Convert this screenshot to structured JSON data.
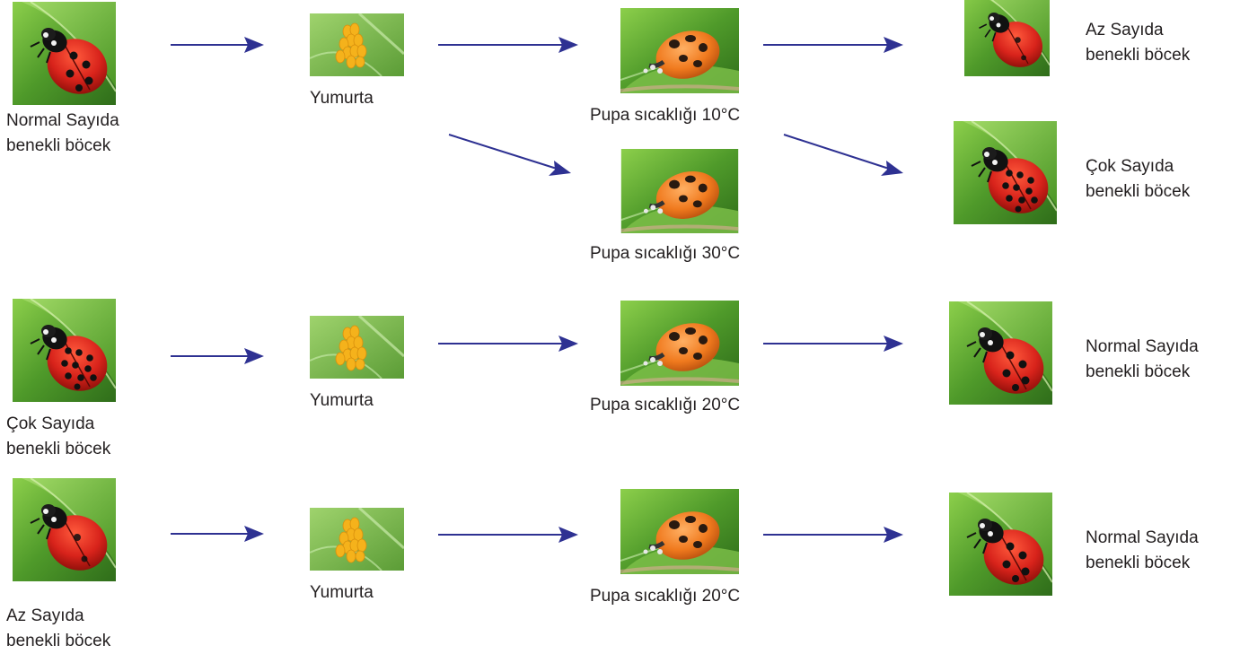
{
  "colors": {
    "arrow": "#2e3192",
    "leaf_light": "#7cc242",
    "leaf_dark": "#3c7a1f",
    "ladybug_red": "#d8231b",
    "egg_yellow": "#f5b21b",
    "pupa_orange": "#f07a1e"
  },
  "rows": [
    {
      "parent": {
        "icon": "ladybug-normal-spots",
        "label": [
          "Normal Sayıda",
          "benekli böcek"
        ]
      },
      "egg": {
        "icon": "egg-cluster",
        "label": "Yumurta"
      },
      "branches": [
        {
          "pupa": {
            "icon": "pupa",
            "label": "Pupa sıcaklığı 10°C"
          },
          "offspring": {
            "icon": "ladybug-few-spots",
            "label": [
              "Az Sayıda",
              "benekli böcek"
            ]
          }
        },
        {
          "pupa": {
            "icon": "pupa",
            "label": "Pupa sıcaklığı 30°C"
          },
          "offspring": {
            "icon": "ladybug-many-spots",
            "label": [
              "Çok Sayıda",
              "benekli böcek"
            ]
          }
        }
      ]
    },
    {
      "parent": {
        "icon": "ladybug-many-spots",
        "label": [
          "Çok Sayıda",
          "benekli böcek"
        ]
      },
      "egg": {
        "icon": "egg-cluster",
        "label": "Yumurta"
      },
      "branches": [
        {
          "pupa": {
            "icon": "pupa",
            "label": "Pupa sıcaklığı 20°C"
          },
          "offspring": {
            "icon": "ladybug-normal-spots",
            "label": [
              "Normal Sayıda",
              "benekli böcek"
            ]
          }
        }
      ]
    },
    {
      "parent": {
        "icon": "ladybug-few-spots",
        "label": [
          "Az Sayıda",
          "benekli böcek"
        ]
      },
      "egg": {
        "icon": "egg-cluster",
        "label": "Yumurta"
      },
      "branches": [
        {
          "pupa": {
            "icon": "pupa",
            "label": "Pupa sıcaklığı 20°C"
          },
          "offspring": {
            "icon": "ladybug-normal-spots",
            "label": [
              "Normal Sayıda",
              "benekli böcek"
            ]
          }
        }
      ]
    }
  ]
}
